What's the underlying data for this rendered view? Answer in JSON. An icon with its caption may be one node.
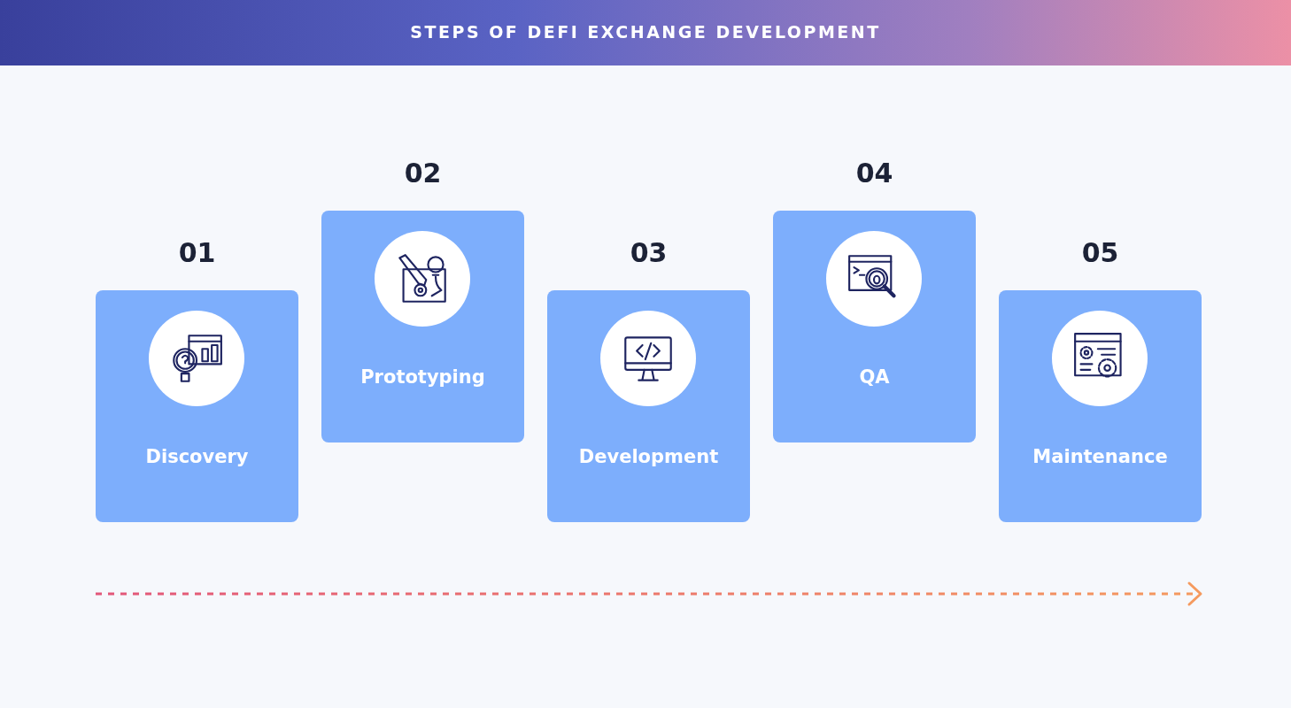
{
  "diagram": {
    "title": "STEPS OF DEFI EXCHANGE DEVELOPMENT",
    "nodes": [
      {
        "text": [
          "Discovery"
        ],
        "beside": [
          "01"
        ]
      },
      {
        "text": [
          "Prototyping"
        ],
        "beside": [
          "02"
        ]
      },
      {
        "text": [
          "Development"
        ],
        "beside": [
          "03"
        ]
      },
      {
        "text": [
          "QA"
        ],
        "beside": [
          "04"
        ]
      },
      {
        "text": [
          "Maintenance"
        ],
        "beside": [
          "05"
        ]
      }
    ],
    "edges": []
  }
}
